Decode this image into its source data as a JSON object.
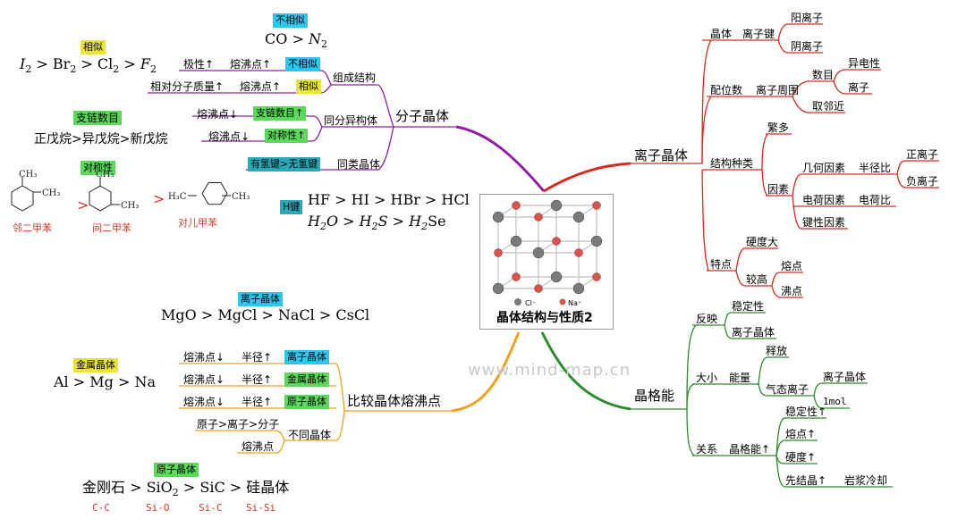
{
  "center": {
    "title": "晶体结构与性质2",
    "legend_cl": "Cl⁻",
    "legend_na": "Na⁺"
  },
  "watermark": "www.mind-map.cn",
  "colors": {
    "ionic": "#d62b20",
    "lattice": "#2d8a2d",
    "molecular": "#8e1fa3",
    "compare": "#f0a11d",
    "tag_yellow": "#e9e537",
    "tag_cyan": "#2cc7ef",
    "tag_green": "#5ad95a",
    "tag_teal": "#2ba9b8"
  },
  "ionic_crystal": {
    "label": "离子晶体",
    "crystal": "晶体",
    "ionic_bond": "离子键",
    "cation": "阳离子",
    "anion": "阴离子",
    "coord_number": "配位数",
    "ion_surround": "离子周围",
    "count": "数目",
    "hetero": "异电性",
    "ion": "离子",
    "nearest": "取邻近",
    "structure_types": "结构种类",
    "many": "繁多",
    "factors": "因素",
    "geo_factor": "几何因素",
    "radius_ratio": "半径比",
    "pos_ion": "正离子",
    "neg_ion": "负离子",
    "charge_factor": "电荷因素",
    "charge_ratio": "电荷比",
    "bond_factor": "键性因素",
    "features": "特点",
    "hardness_high": "硬度大",
    "higher": "较高",
    "melting": "熔点",
    "boiling": "沸点"
  },
  "lattice_energy": {
    "label": "晶格能",
    "reflect": "反映",
    "stability": "稳定性",
    "ionic_crystal": "离子晶体",
    "size": "大小",
    "energy": "能量",
    "release": "释放",
    "gas_ion": "气态离子",
    "ionic_crystal2": "离子晶体",
    "mol": "1mol",
    "relation": "关系",
    "lattice_up": "晶格能↑",
    "stab_up": "稳定性↑",
    "mp_up": "熔点↑",
    "hard_up": "硬度↑",
    "first_crystal": "先结晶↑",
    "magma": "岩浆冷却"
  },
  "molecular_crystal": {
    "label": "分子晶体",
    "composition": "组成结构",
    "isomer": "同分异构体",
    "same_type": "同类晶体",
    "polarity": "极性↑",
    "bp1": "熔沸点↑",
    "tag_notsim": "不相似",
    "rel_mass": "相对分子质量↑",
    "bp2": "熔沸点↑",
    "tag_sim": "相似",
    "bp3": "熔沸点↓",
    "tag_branch": "支链数目↑",
    "bp4": "熔沸点↓",
    "tag_sym": "对称性↑",
    "tag_hbond": "有氢键>无氢键",
    "top_tag": "不相似",
    "co_left": "CO > ",
    "co_right": "N",
    "co_sub": "2",
    "sim_tag": "相似",
    "halogens": [
      "I",
      "2",
      " > Br",
      "2",
      " > Cl",
      "2",
      " > ",
      "F",
      "2"
    ],
    "branch_tag": "支链数目",
    "pentanes": "正戊烷>异戊烷>新戊烷",
    "sym_tag": "对称性",
    "xylene_o": "邻二甲苯",
    "xylene_m": "间二甲苯",
    "xylene_p": "对儿甲苯",
    "h_tag": "H键",
    "hx": "HF > HI > HBr > HCl",
    "h2x": [
      "H",
      "2",
      "O > ",
      "H",
      "2",
      "S > ",
      "H",
      "2",
      "Se"
    ]
  },
  "compare": {
    "label": "比较晶体熔沸点",
    "bp_down": "熔沸点↓",
    "radius_up": "半径↑",
    "tag_ionic": "离子晶体",
    "tag_metal": "金属晶体",
    "tag_atomic": "原子晶体",
    "order": "原子>离子>分子",
    "bp": "熔沸点",
    "diff": "不同晶体",
    "ionic_tag": "离子晶体",
    "ionic_series": "MgO > MgCl > NaCl > CsCl",
    "metal_tag": "金属晶体",
    "metal_series": "Al > Mg > Na",
    "atomic_tag": "原子晶体",
    "atomic_series": [
      "金刚石  > ",
      "SiO",
      "2",
      " > SiC > 硅晶体"
    ],
    "bonds": [
      "C-C",
      "Si-O",
      "Si-C",
      "Si-Si"
    ]
  }
}
